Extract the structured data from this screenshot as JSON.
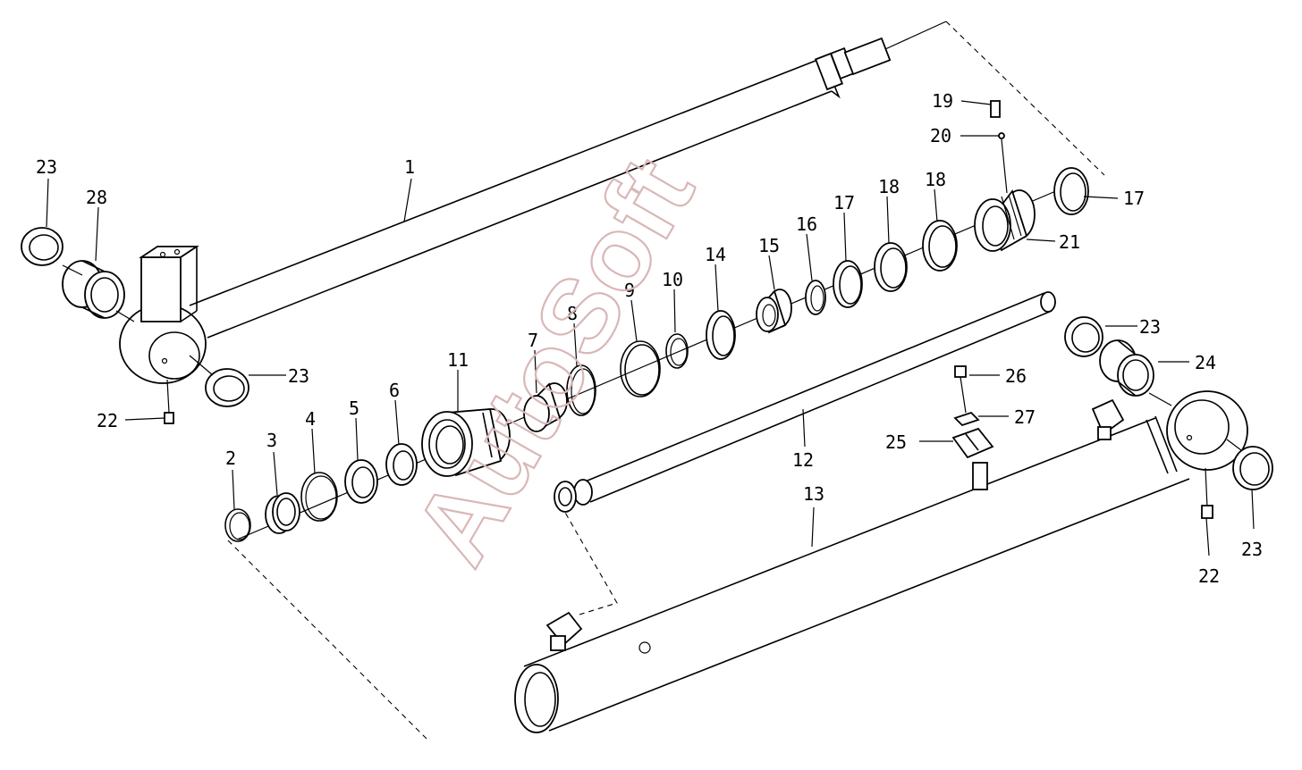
{
  "watermark": "AutoSoft",
  "callouts": [
    {
      "id": "c1",
      "text": "1"
    },
    {
      "id": "c2",
      "text": "2"
    },
    {
      "id": "c3",
      "text": "3"
    },
    {
      "id": "c4",
      "text": "4"
    },
    {
      "id": "c5",
      "text": "5"
    },
    {
      "id": "c6",
      "text": "6"
    },
    {
      "id": "c7",
      "text": "7"
    },
    {
      "id": "c8",
      "text": "8"
    },
    {
      "id": "c9",
      "text": "9"
    },
    {
      "id": "c10",
      "text": "10"
    },
    {
      "id": "c11",
      "text": "11"
    },
    {
      "id": "c12",
      "text": "12"
    },
    {
      "id": "c13",
      "text": "13"
    },
    {
      "id": "c14",
      "text": "14"
    },
    {
      "id": "c15",
      "text": "15"
    },
    {
      "id": "c16",
      "text": "16"
    },
    {
      "id": "c17a",
      "text": "17"
    },
    {
      "id": "c17b",
      "text": "17"
    },
    {
      "id": "c18a",
      "text": "18"
    },
    {
      "id": "c18b",
      "text": "18"
    },
    {
      "id": "c19",
      "text": "19"
    },
    {
      "id": "c20",
      "text": "20"
    },
    {
      "id": "c21",
      "text": "21"
    },
    {
      "id": "c22a",
      "text": "22"
    },
    {
      "id": "c22b",
      "text": "22"
    },
    {
      "id": "c23a",
      "text": "23"
    },
    {
      "id": "c23b",
      "text": "23"
    },
    {
      "id": "c23c",
      "text": "23"
    },
    {
      "id": "c23d",
      "text": "23"
    },
    {
      "id": "c24",
      "text": "24"
    },
    {
      "id": "c25",
      "text": "25"
    },
    {
      "id": "c26",
      "text": "26"
    },
    {
      "id": "c27",
      "text": "27"
    },
    {
      "id": "c28",
      "text": "28"
    }
  ]
}
